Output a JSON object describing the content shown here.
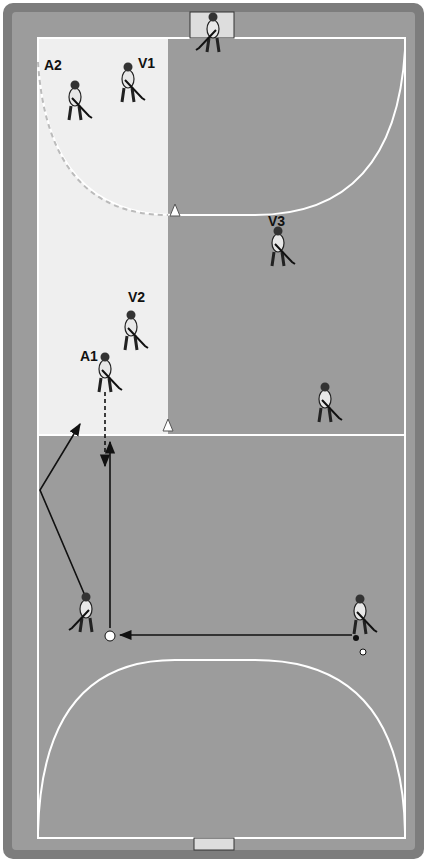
{
  "diagram": {
    "labels": [
      "A2",
      "V1",
      "V3",
      "V2",
      "A1"
    ]
  }
}
